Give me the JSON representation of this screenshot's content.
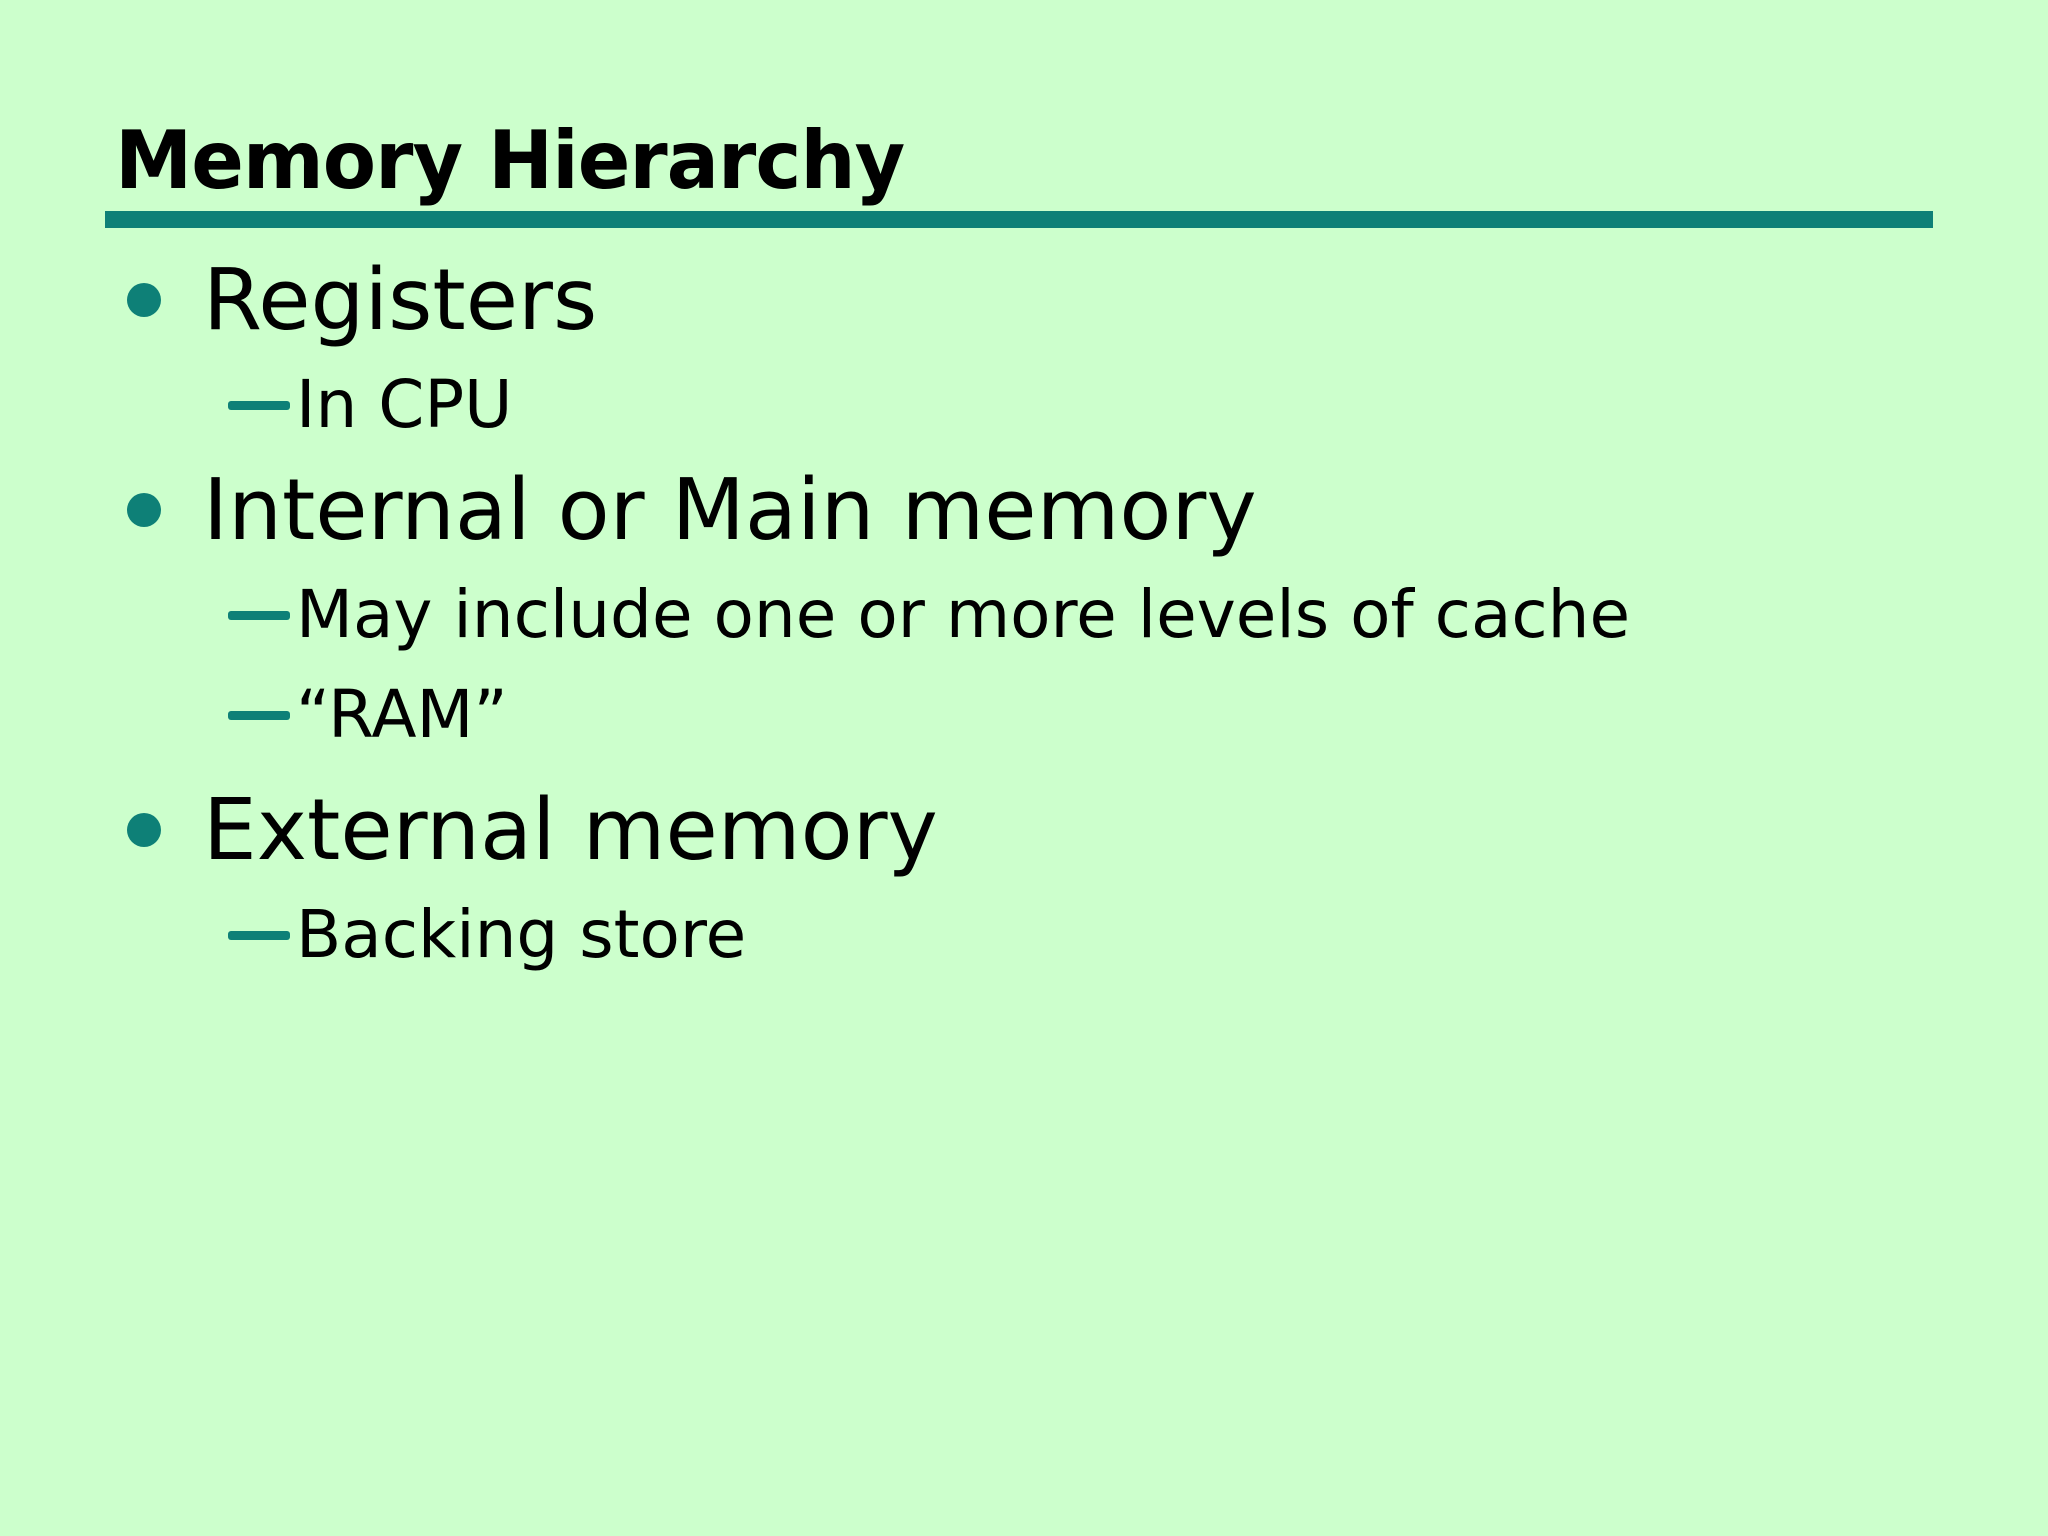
{
  "slide": {
    "title": "Memory Hierarchy",
    "colors": {
      "background": "#ccffcc",
      "accent": "#0e8077",
      "text": "#000000"
    },
    "bullets": [
      {
        "label": "Registers",
        "children": [
          "In CPU"
        ]
      },
      {
        "label": "Internal or Main memory",
        "children": [
          "May include one or more levels of cache",
          "“RAM”"
        ]
      },
      {
        "label": "External memory",
        "children": [
          "Backing store"
        ]
      }
    ]
  }
}
